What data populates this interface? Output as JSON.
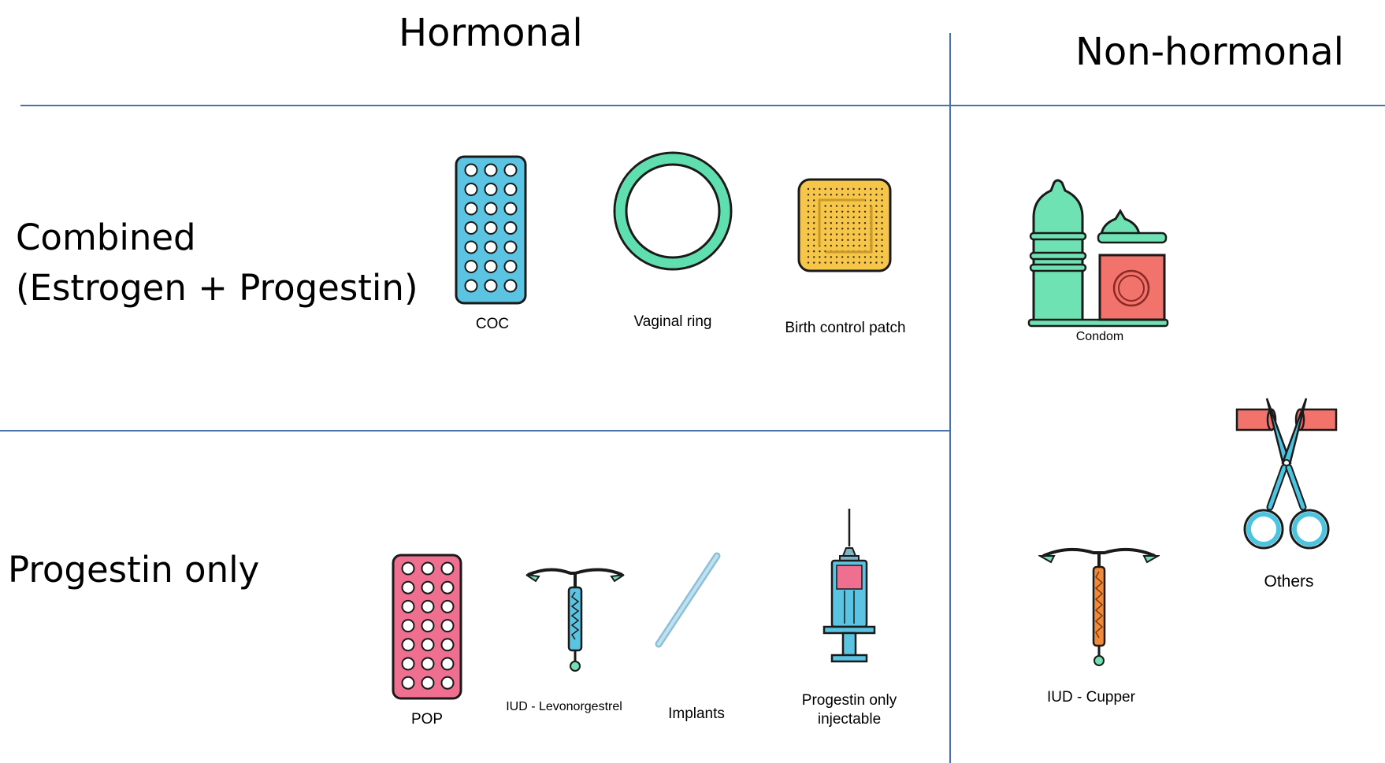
{
  "headers": {
    "hormonal": "Hormonal",
    "non_hormonal": "Non-hormonal"
  },
  "rows": {
    "combined_line1": "Combined",
    "combined_line2": "(Estrogen + Progestin)",
    "progestin": "Progestin only"
  },
  "items": {
    "coc": "COC",
    "vaginal_ring": "Vaginal ring",
    "patch": "Birth control patch",
    "condom": "Condom",
    "pop": "POP",
    "iud_levo": "IUD - Levonorgestrel",
    "implants": "Implants",
    "injectable_line1": "Progestin only",
    "injectable_line2": "injectable",
    "iud_copper": "IUD - Cupper",
    "others": "Others"
  },
  "colors": {
    "divider": "#4a72a8",
    "coc_pack": "#5bc4e2",
    "pop_pack": "#ef6f91",
    "ring": "#5fdfb0",
    "patch": "#f5c64a",
    "condom": "#6fe2b4",
    "condom_box": "#f2736b",
    "iud_levo": "#5bc4e2",
    "iud_copper": "#f08a3b",
    "implant": "#a8d4e8",
    "scissors": "#4cc3df",
    "tube": "#f2736b"
  }
}
